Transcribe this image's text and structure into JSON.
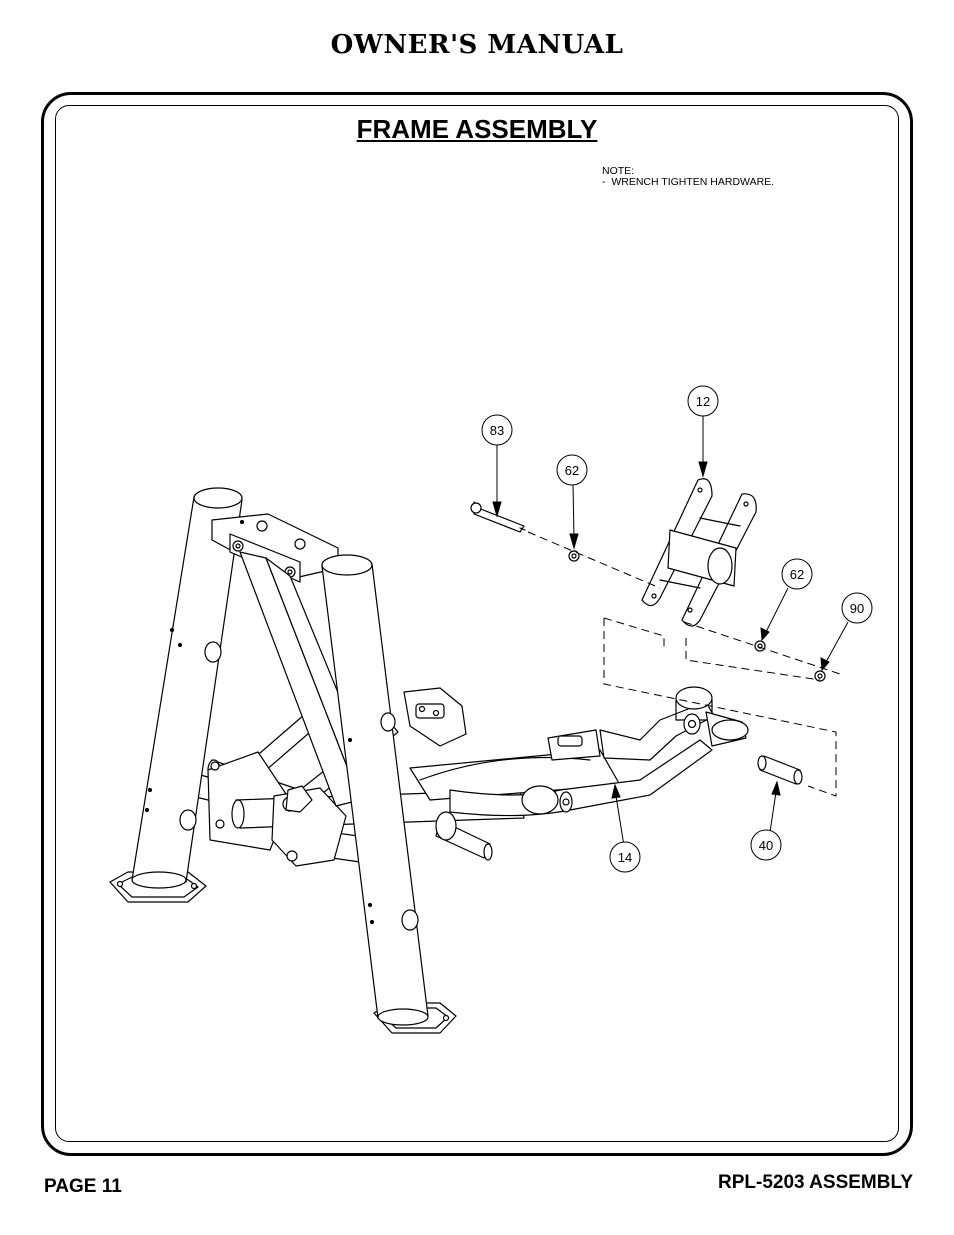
{
  "header": {
    "title": "OWNER'S MANUAL"
  },
  "section": {
    "title": "FRAME ASSEMBLY"
  },
  "note": {
    "heading": "NOTE:",
    "line1": "-  WRENCH TIGHTEN HARDWARE."
  },
  "callouts": [
    {
      "label": "12"
    },
    {
      "label": "83"
    },
    {
      "label": "62"
    },
    {
      "label": "62"
    },
    {
      "label": "90"
    },
    {
      "label": "40"
    },
    {
      "label": "14"
    }
  ],
  "footer": {
    "page": "PAGE 11",
    "doc": "RPL-5203 ASSEMBLY"
  }
}
